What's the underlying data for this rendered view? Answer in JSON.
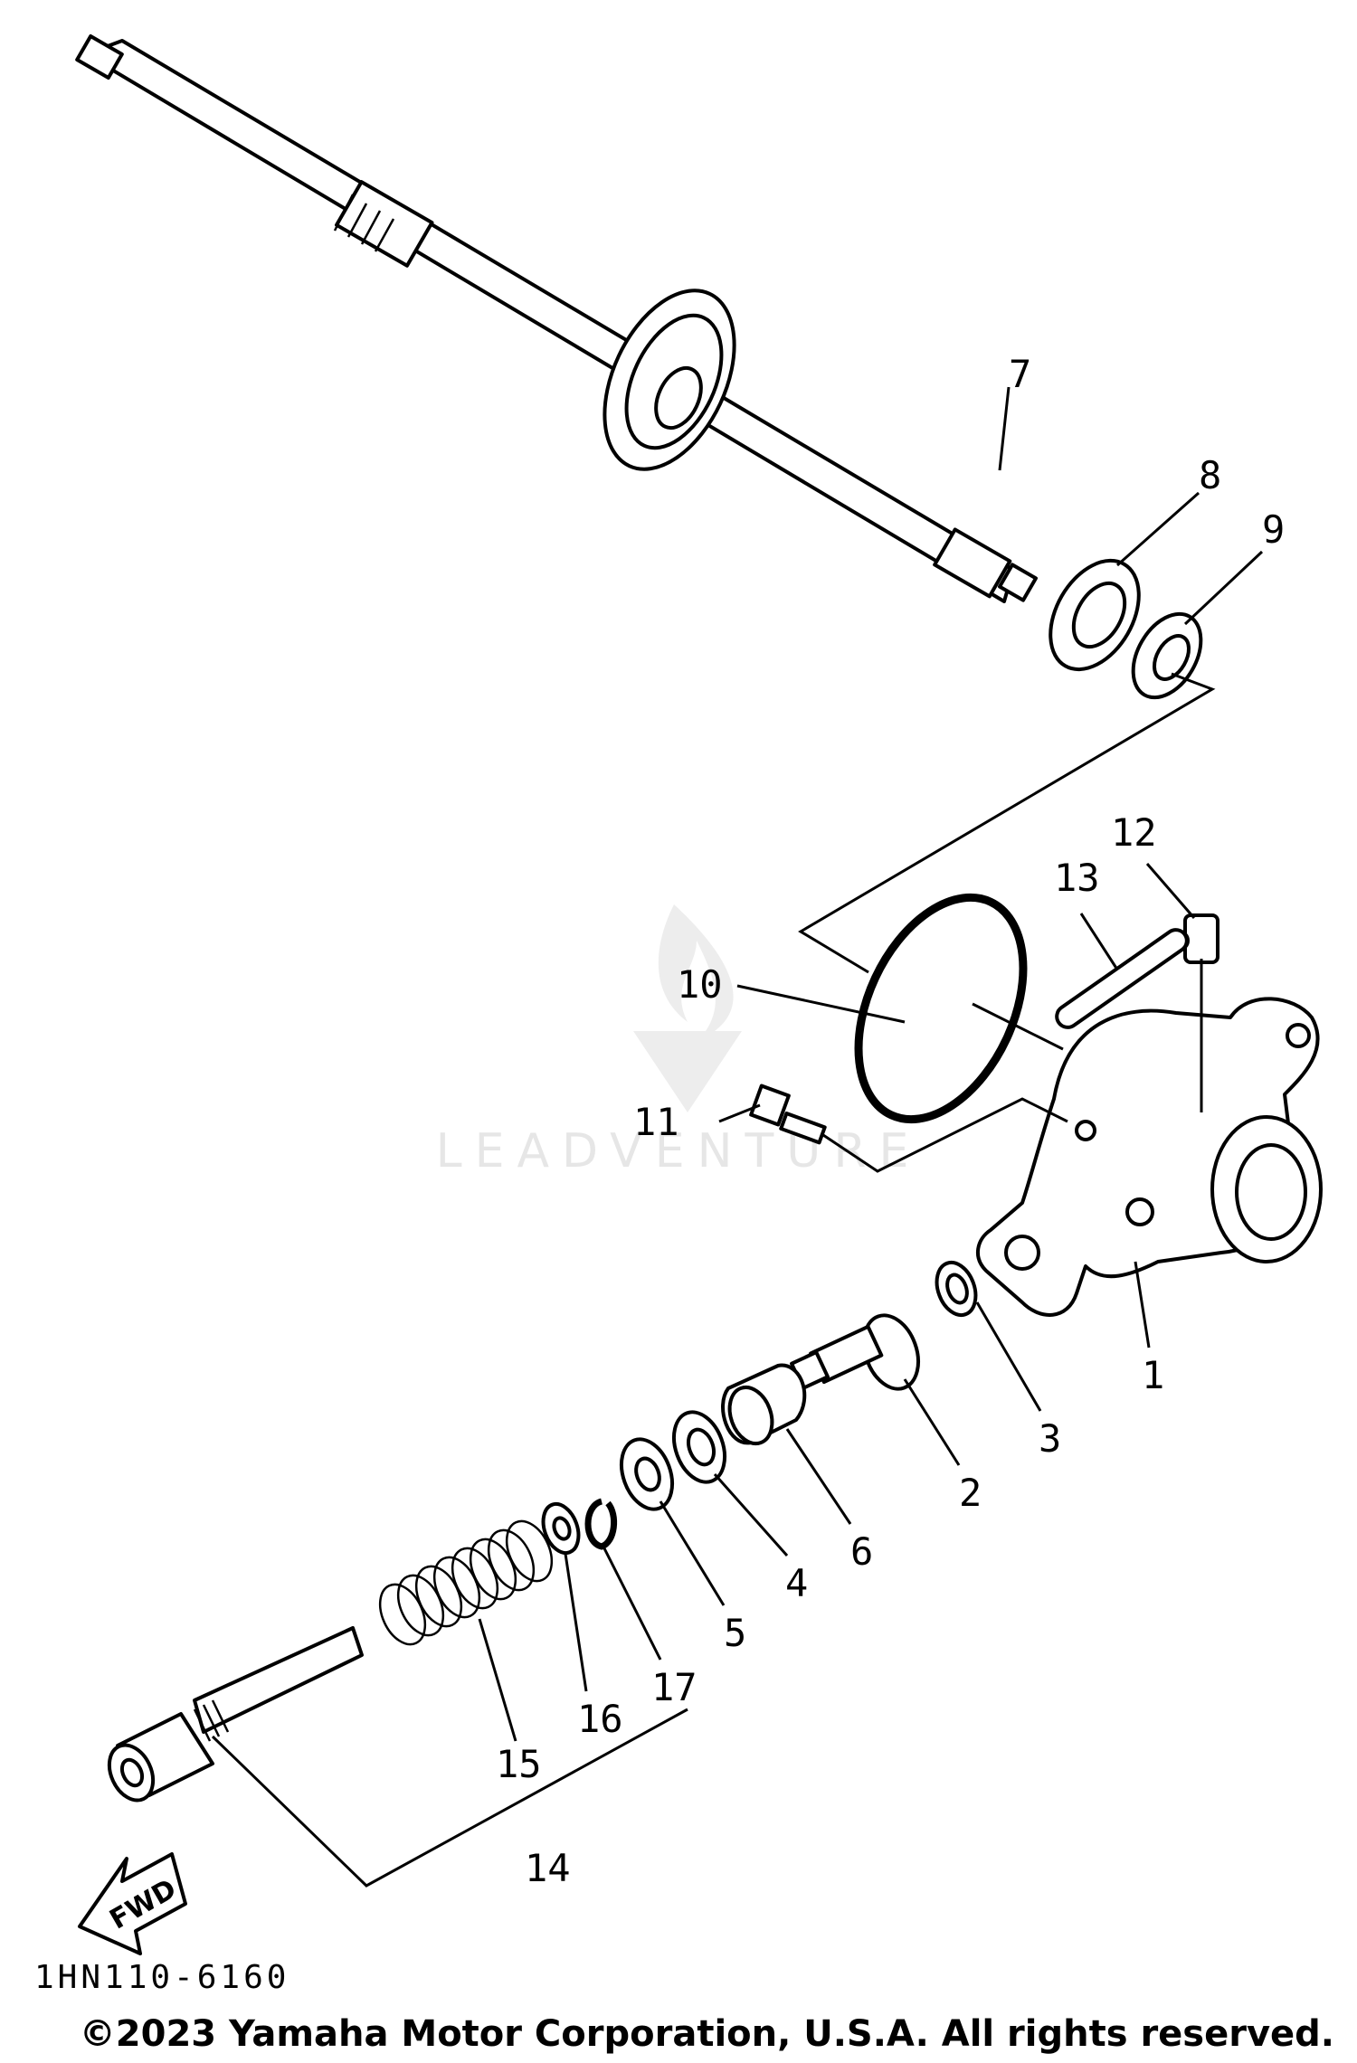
{
  "diagram": {
    "callouts": [
      {
        "id": "c1",
        "text": "1"
      },
      {
        "id": "c2",
        "text": "2"
      },
      {
        "id": "c3",
        "text": "3"
      },
      {
        "id": "c4",
        "text": "4"
      },
      {
        "id": "c5",
        "text": "5"
      },
      {
        "id": "c6",
        "text": "6"
      },
      {
        "id": "c7",
        "text": "7"
      },
      {
        "id": "c8",
        "text": "8"
      },
      {
        "id": "c9",
        "text": "9"
      },
      {
        "id": "c10",
        "text": "10"
      },
      {
        "id": "c11",
        "text": "11"
      },
      {
        "id": "c12",
        "text": "12"
      },
      {
        "id": "c13",
        "text": "13"
      },
      {
        "id": "c14",
        "text": "14"
      },
      {
        "id": "c15",
        "text": "15"
      },
      {
        "id": "c16",
        "text": "16"
      },
      {
        "id": "c17",
        "text": "17"
      }
    ],
    "direction_label": "FWD",
    "drawing_code": "1HN110-6160"
  },
  "watermark": {
    "text": "LEADVENTURE"
  },
  "footer": {
    "copyright": "©2023 Yamaha Motor Corporation, U.S.A. All rights reserved."
  },
  "icons": {
    "watermark_logo": "flame-v-logo-icon",
    "direction": "fwd-arrow-icon"
  }
}
